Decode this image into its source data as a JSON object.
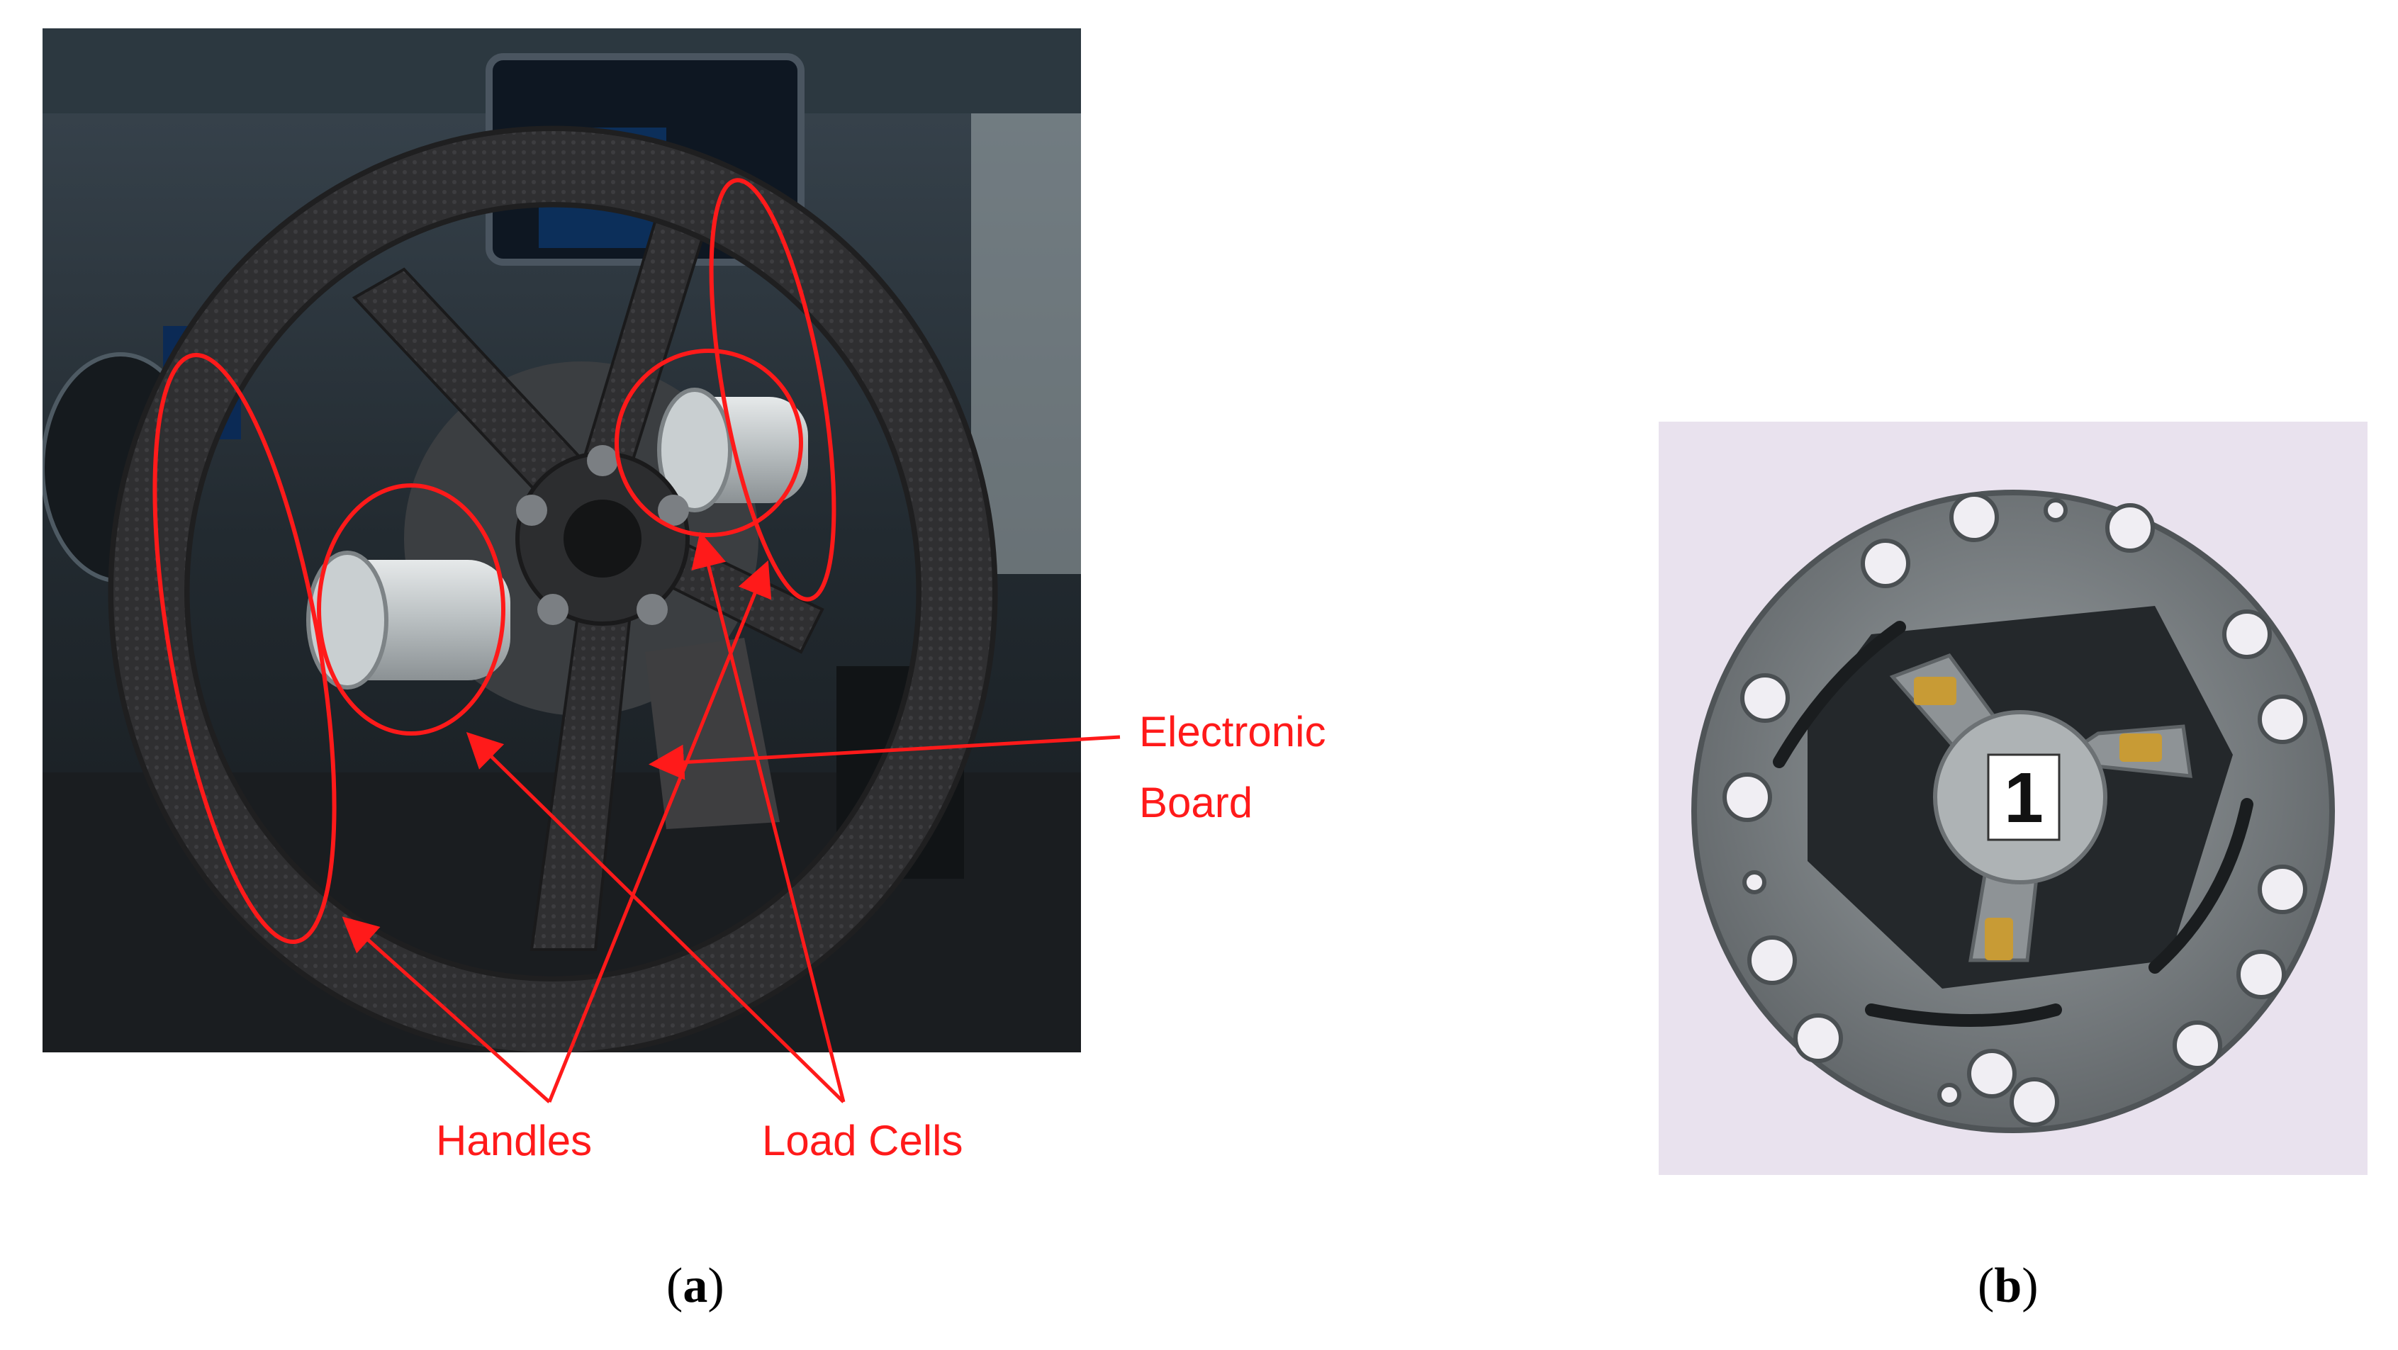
{
  "labels": {
    "electronic_line1": "Electronic",
    "electronic_line2": "Board",
    "handles": "Handles",
    "load_cells": "Load Cells"
  },
  "captions": {
    "a_open": "(",
    "a_letter": "a",
    "a_close": ")",
    "b_open": "(",
    "b_letter": "b",
    "b_close": ")"
  },
  "load_cell_number": "1",
  "colors": {
    "annotation_red": "#ff1a1a",
    "carbon_dark": "#2b2b2d",
    "interior_dark": "#1d2327",
    "metal_grey": "#7e8386",
    "background_lilac": "#e9e2ee"
  }
}
